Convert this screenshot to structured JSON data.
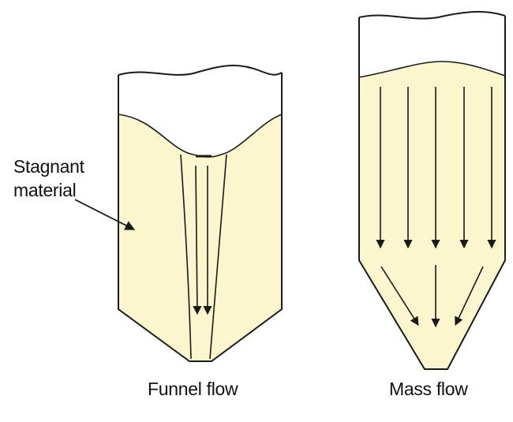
{
  "labels": {
    "stagnant_line1": "Stagnant",
    "stagnant_line2": "material",
    "funnel_flow": "Funnel flow",
    "mass_flow": "Mass flow"
  },
  "colors": {
    "material_fill": "#fbf6cd",
    "outline": "#1a1a1a",
    "background": "#ffffff"
  }
}
